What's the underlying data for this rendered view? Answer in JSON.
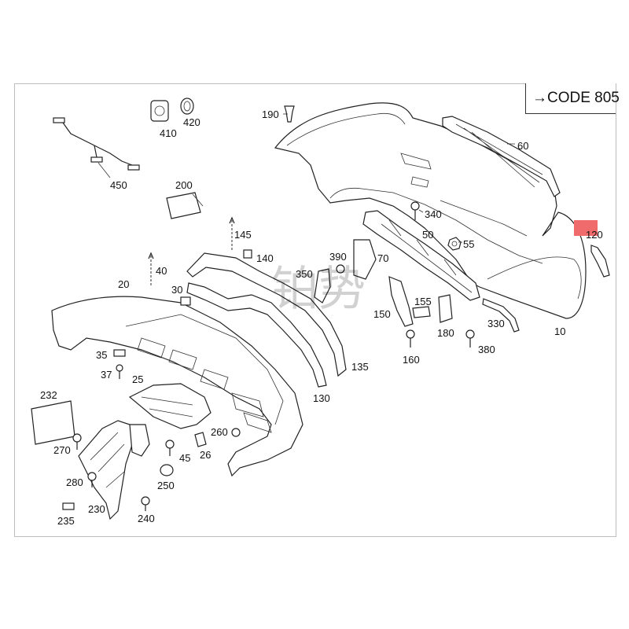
{
  "code_reference": "→CODE 805",
  "watermark": "铂势",
  "part_labels": {
    "p10": "10",
    "p20": "20",
    "p25": "25",
    "p26": "26",
    "p30": "30",
    "p35": "35",
    "p37": "37",
    "p40": "40",
    "p45": "45",
    "p50": "50",
    "p55": "55",
    "p60": "60",
    "p70": "70",
    "p120": "120",
    "p130": "130",
    "p135": "135",
    "p140": "140",
    "p145": "145",
    "p150": "150",
    "p155": "155",
    "p160": "160",
    "p180": "180",
    "p190": "190",
    "p200": "200",
    "p230": "230",
    "p232": "232",
    "p235": "235",
    "p240": "240",
    "p250": "250",
    "p260": "260",
    "p270": "270",
    "p280": "280",
    "p330": "330",
    "p340": "340",
    "p350": "350",
    "p380": "380",
    "p390": "390",
    "p410": "410",
    "p420": "420",
    "p450": "450"
  },
  "accent_color": "#f06b6b"
}
